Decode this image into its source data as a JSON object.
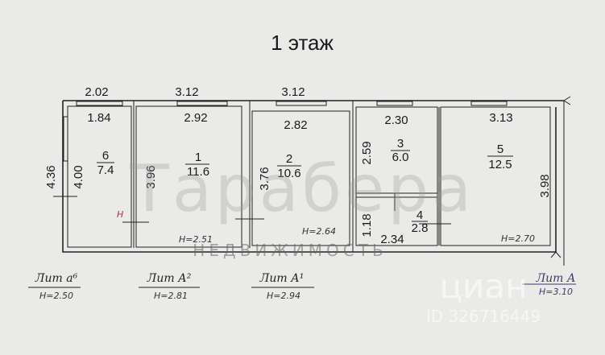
{
  "title": "1 этаж",
  "top_dimensions": [
    "2.02",
    "3.12",
    "3.12"
  ],
  "rooms": [
    {
      "number": "6",
      "area": "7.4",
      "width": "1.84",
      "length_outer": "4.36",
      "length_inner": "4.00"
    },
    {
      "number": "1",
      "area": "11.6",
      "width": "2.92",
      "length": "3.96",
      "height": "Н=2.51"
    },
    {
      "number": "2",
      "area": "10.6",
      "width": "2.82",
      "length": "3.76",
      "height": "Н=2.64"
    },
    {
      "number": "3",
      "area": "6.0",
      "width": "2.30",
      "length": "2.59"
    },
    {
      "number": "4",
      "area": "2.8",
      "width": "2.34",
      "length": "1.18"
    },
    {
      "number": "5",
      "area": "12.5",
      "width": "3.13",
      "length": "3.98",
      "height": "Н=2.70"
    }
  ],
  "red_mark": "Н",
  "lit_labels": [
    {
      "name": "Лит а⁶",
      "height": "Н=2.50"
    },
    {
      "name": "Лит А²",
      "height": "Н=2.81"
    },
    {
      "name": "Лит А¹",
      "height": "Н=2.94"
    },
    {
      "name": "Лит А",
      "height": "Н=3.10"
    }
  ],
  "watermarks": {
    "brand": "Тарабера",
    "brand_sub": "НЕДВИЖИМОСТЬ",
    "cian": "циан",
    "cian_id": "ID 326716449"
  }
}
